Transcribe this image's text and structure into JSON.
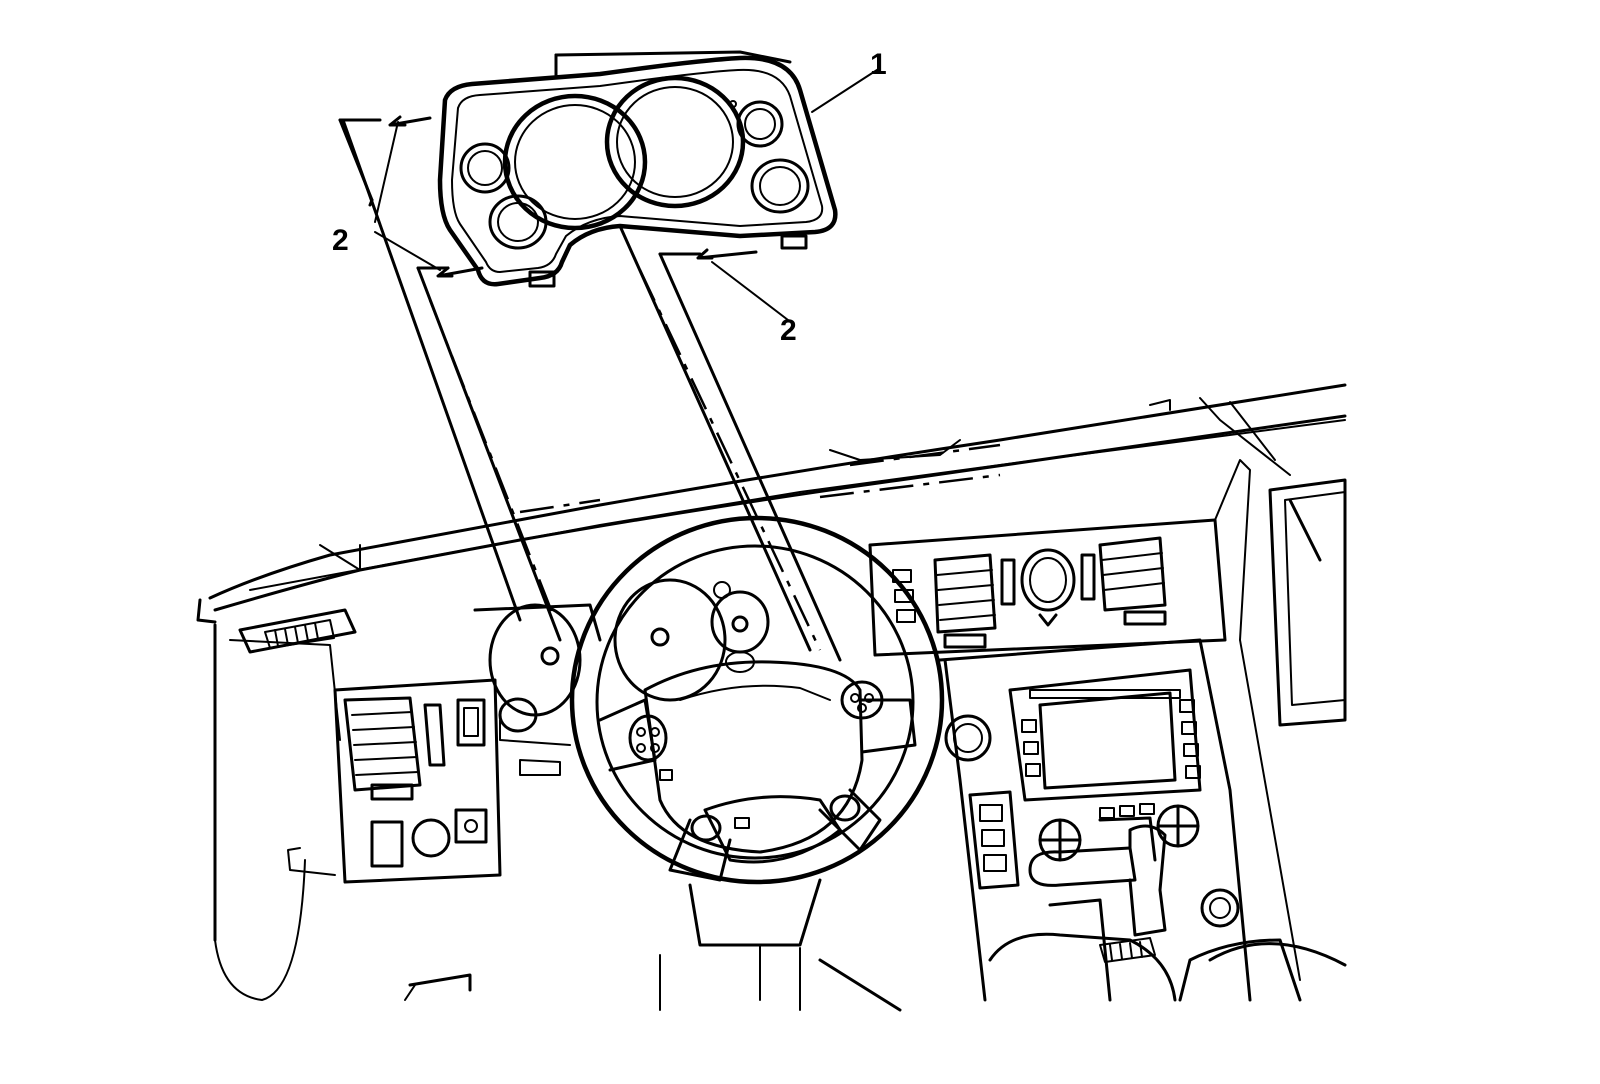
{
  "callouts": {
    "bezel": "1",
    "clip_upper_left": "2",
    "clip_lower": "2"
  }
}
